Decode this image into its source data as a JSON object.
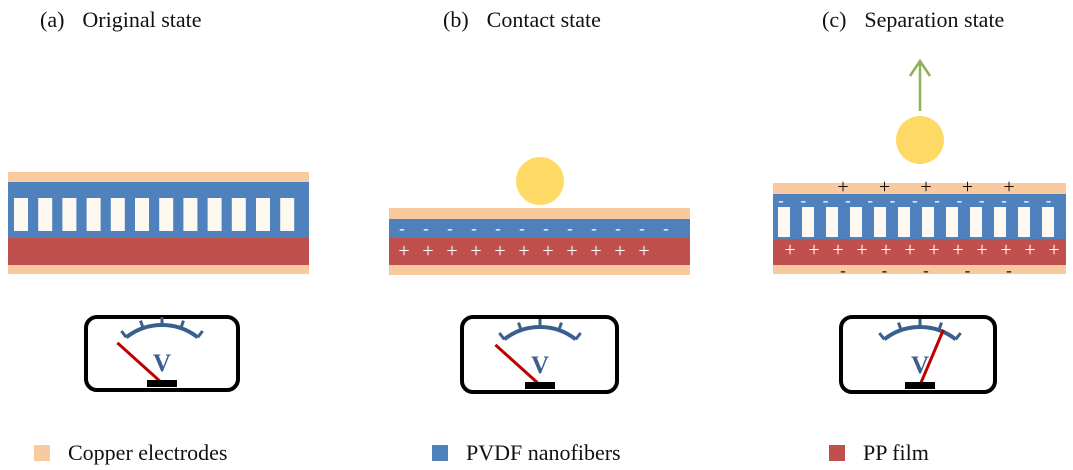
{
  "panels": [
    {
      "id": "a",
      "label": "(a)",
      "title": "Original state"
    },
    {
      "id": "b",
      "label": "(b)",
      "title": "Contact state"
    },
    {
      "id": "c",
      "label": "(c)",
      "title": "Separation state"
    }
  ],
  "meter": {
    "symbol": "V"
  },
  "charges": {
    "positive": "+",
    "negative": "-"
  },
  "legend": [
    {
      "label": "Copper electrodes",
      "color": "#f9c9a0"
    },
    {
      "label": "PVDF nanofibers",
      "color": "#4f81bd"
    },
    {
      "label": "PP film",
      "color": "#c0504d"
    }
  ],
  "colors": {
    "copper": "#f9c9a0",
    "pvdf": "#4f81bd",
    "pp": "#c0504d",
    "ball": "#ffd966",
    "arrow": "#8db35a",
    "needle": "#c00000",
    "scale": "#3a5f8f",
    "gap": "#fdf8f0"
  }
}
